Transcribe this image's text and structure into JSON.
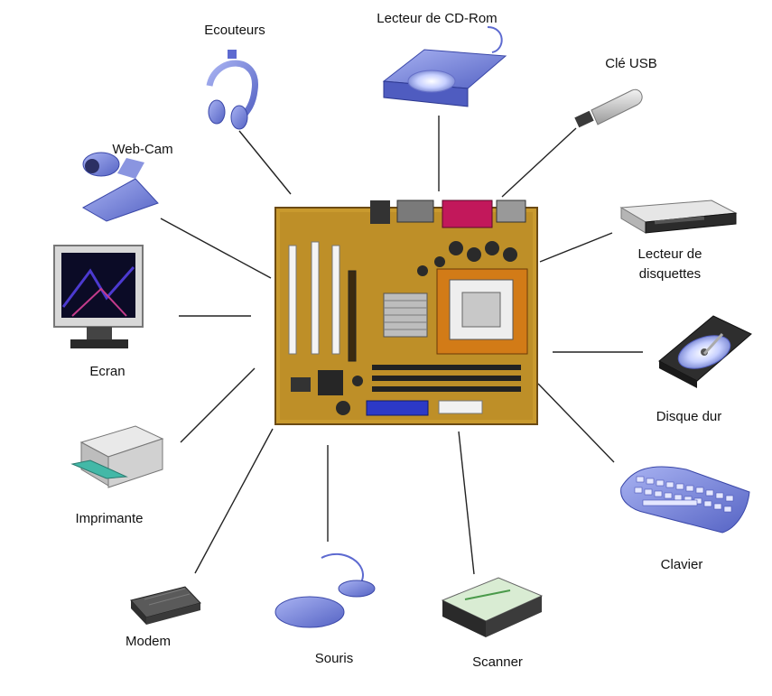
{
  "center": {
    "name": "motherboard"
  },
  "peripherals": [
    {
      "id": "ecouteurs",
      "label": "Ecouteurs",
      "icon": "headphones-icon"
    },
    {
      "id": "cdrom",
      "label": "Lecteur de CD-Rom",
      "icon": "cdrom-drive-icon"
    },
    {
      "id": "usb",
      "label": "Clé USB",
      "icon": "usb-key-icon"
    },
    {
      "id": "webcam",
      "label": "Web-Cam",
      "icon": "webcam-icon"
    },
    {
      "id": "disquettes",
      "label_line1": "Lecteur de",
      "label_line2": "disquettes",
      "icon": "floppy-drive-icon"
    },
    {
      "id": "ecran",
      "label": "Ecran",
      "icon": "monitor-icon"
    },
    {
      "id": "disque",
      "label": "Disque dur",
      "icon": "hard-disk-icon"
    },
    {
      "id": "imprimante",
      "label": "Imprimante",
      "icon": "printer-icon"
    },
    {
      "id": "clavier",
      "label": "Clavier",
      "icon": "keyboard-icon"
    },
    {
      "id": "modem",
      "label": "Modem",
      "icon": "modem-icon"
    },
    {
      "id": "souris",
      "label": "Souris",
      "icon": "mouse-icon"
    },
    {
      "id": "scanner",
      "label": "Scanner",
      "icon": "scanner-icon"
    }
  ],
  "colors": {
    "board": "#c99a2e",
    "board_dark": "#6b4a14",
    "device_blue": "#6f7fd6",
    "line": "#222222"
  }
}
